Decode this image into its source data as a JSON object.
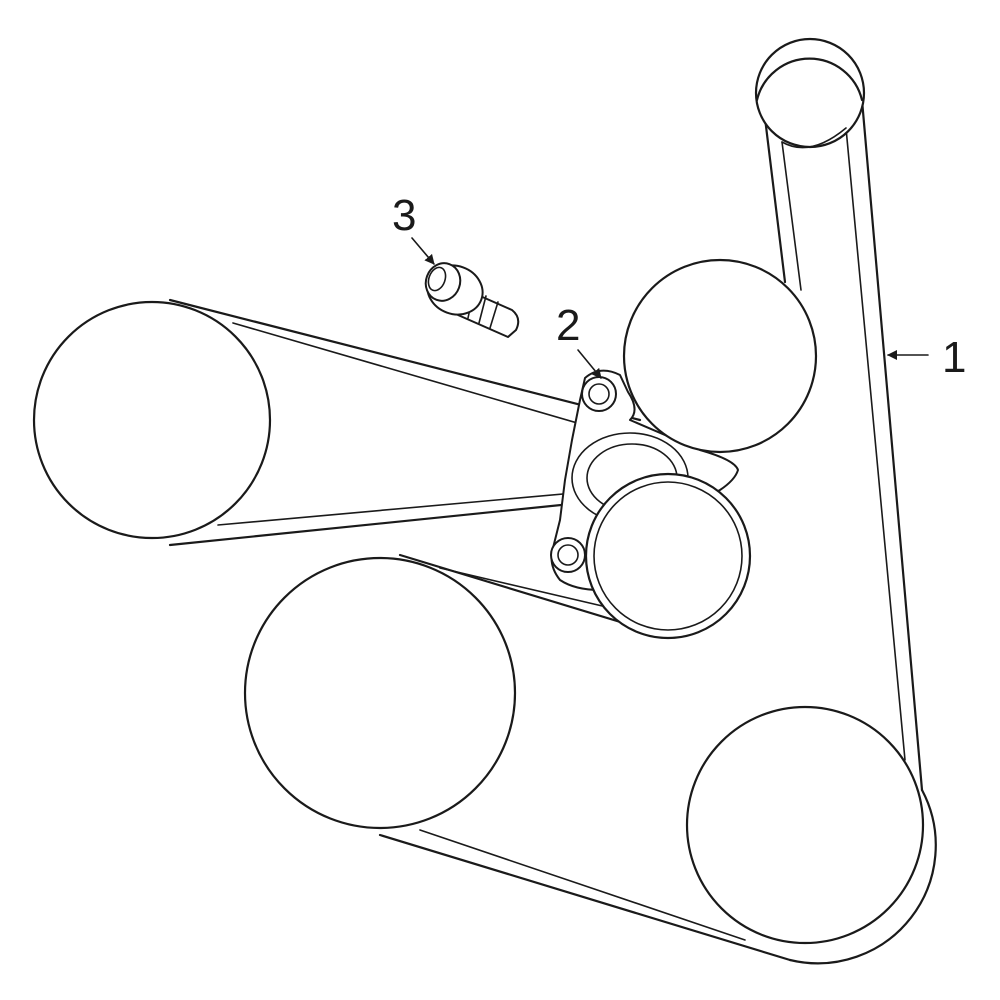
{
  "diagram": {
    "callouts": [
      {
        "label": "1"
      },
      {
        "label": "2"
      },
      {
        "label": "3"
      }
    ]
  },
  "colors": {
    "ink": "#1a1a1a",
    "background": "#ffffff"
  }
}
